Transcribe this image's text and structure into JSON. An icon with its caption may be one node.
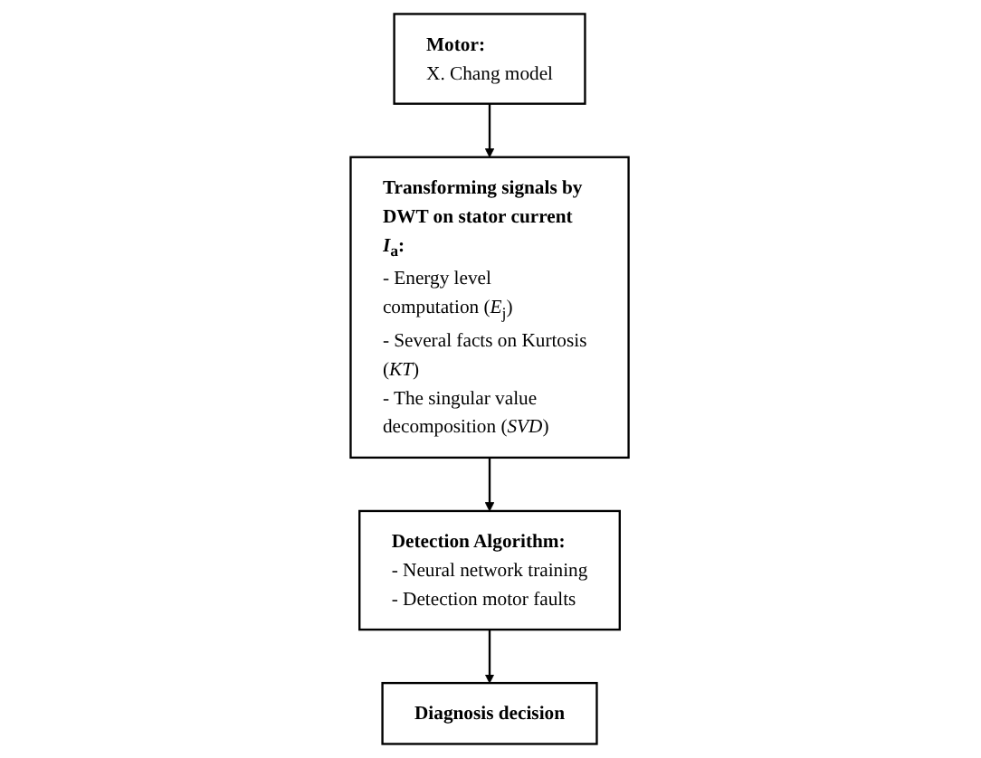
{
  "diagram": {
    "nodes": [
      {
        "text": [
          "Motor:",
          "X. Chang model"
        ]
      },
      {
        "text": [
          "Transforming signals by DWT on stator current *I*$_{a}$:",
          "- Energy level computation (*E*$_{j}$)",
          "- Several facts on Kurtosis (*KT*)",
          "- The singular value decomposition (*SVD*)"
        ]
      },
      {
        "text": [
          "Detection Algorithm:",
          "- Neural network training",
          "- Detection motor faults"
        ]
      },
      {
        "text": [
          "Diagnosis decision"
        ]
      }
    ],
    "edges": [
      {
        "from": 0,
        "to": 1,
        "arrow": "to"
      },
      {
        "from": 1,
        "to": 2,
        "arrow": "to"
      },
      {
        "from": 2,
        "to": 3,
        "arrow": "to"
      }
    ]
  }
}
